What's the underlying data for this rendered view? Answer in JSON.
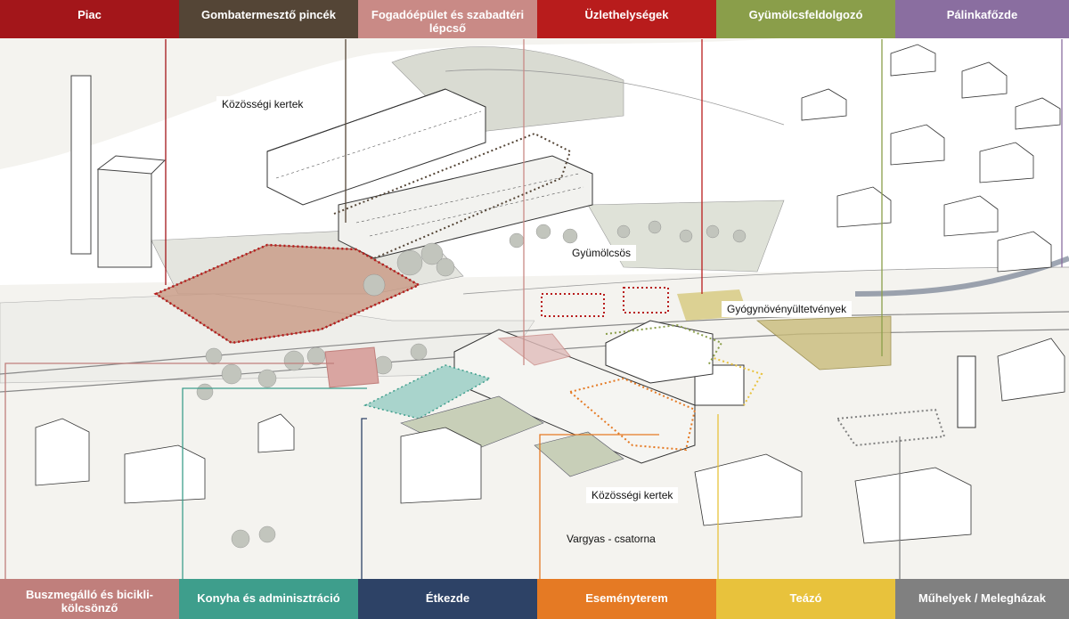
{
  "top_legend": [
    {
      "label": "Piac",
      "color": "#a3161a"
    },
    {
      "label": "Gombatermesztő pincék",
      "color": "#544536"
    },
    {
      "label": "Fogadóépület és szabadtéri lépcső",
      "color": "#c98a86"
    },
    {
      "label": "Üzlethelységek",
      "color": "#b81c1c"
    },
    {
      "label": "Gyümölcsfeldolgozó",
      "color": "#8a9e4a"
    },
    {
      "label": "Pálinkafőzde",
      "color": "#8a6ea0"
    }
  ],
  "bottom_legend": [
    {
      "label": "Buszmegálló és bicikli-kölcsönző",
      "color": "#c07f7c"
    },
    {
      "label": "Konyha és adminisztráció",
      "color": "#3e9e8c"
    },
    {
      "label": "Étkezde",
      "color": "#2d4266"
    },
    {
      "label": "Eseményterem",
      "color": "#e57a24"
    },
    {
      "label": "Teázó",
      "color": "#e8c23c"
    },
    {
      "label": "Műhelyek / Melegházak",
      "color": "#808080"
    }
  ],
  "map_labels": {
    "kozossegi_kertek_top": "Közösségi kertek",
    "gyumolcsos": "Gyümölcsös",
    "gyogynoveny": "Gyógynövényültetvények",
    "kozossegi_kertek_bottom": "Közösségi kertek",
    "vargyas": "Vargyas - csatorna"
  }
}
